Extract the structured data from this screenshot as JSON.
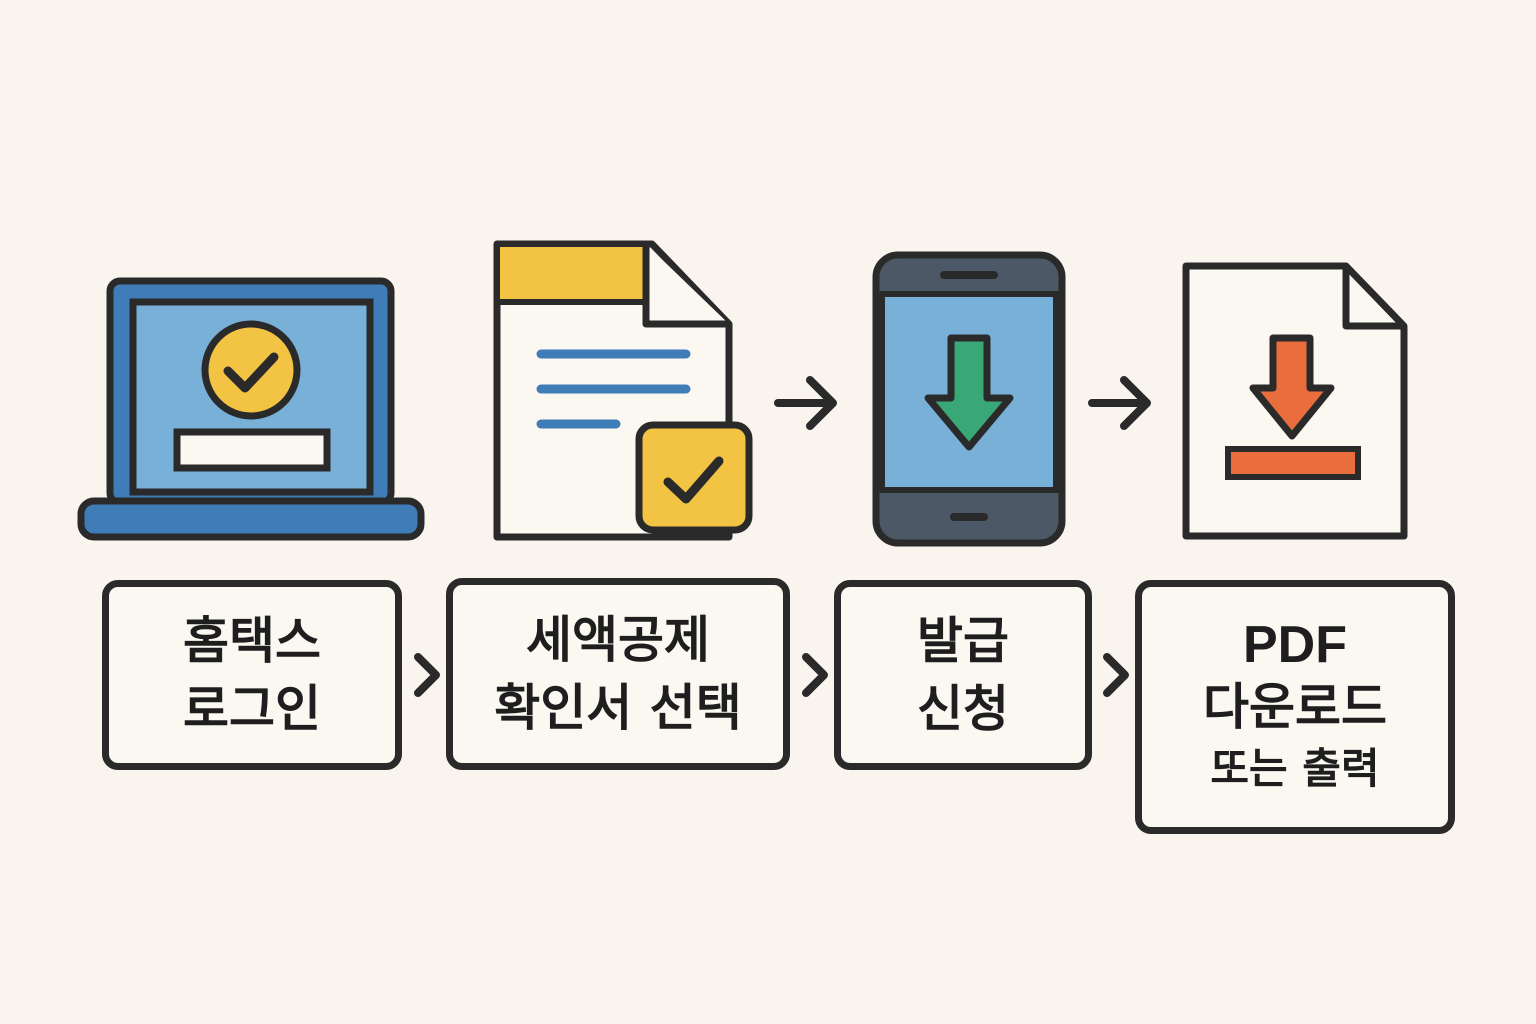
{
  "colors": {
    "background": "#f9f5ee",
    "outline": "#2a2a2a",
    "blue": "#3f7cb8",
    "light_blue": "#78b0d8",
    "yellow": "#f3c343",
    "green": "#3aa776",
    "orange": "#ea6e3d",
    "gray": "#4d5866"
  },
  "icons": [
    "laptop-login-icon",
    "document-check-icon",
    "phone-download-icon",
    "pdf-download-icon"
  ],
  "steps": [
    {
      "lines": [
        "홈택스",
        "로그인"
      ]
    },
    {
      "lines": [
        "세액공제",
        "확인서 선택"
      ]
    },
    {
      "lines": [
        "발급",
        "신청"
      ]
    },
    {
      "lines": [
        "PDF",
        "다운로드",
        "또는 출력"
      ]
    }
  ]
}
